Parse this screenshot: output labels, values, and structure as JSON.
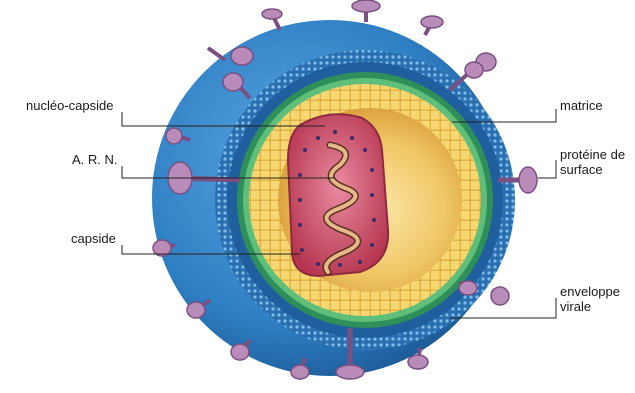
{
  "labels": {
    "nucleo_capside": "nucléo-capside",
    "arn": "A. R. N.",
    "capside": "capside",
    "matrice": "matrice",
    "proteine_surface": "protéine de\nsurface",
    "enveloppe_virale": "enveloppe\nvirale"
  },
  "colors": {
    "envelope_outer": "#2f7fc4",
    "envelope_inner": "#1f5f9e",
    "matrix_ring": "#2f8f5a",
    "capsid": "#e9b949",
    "capsid_shadow": "#c48a2a",
    "interior": "#f3d27a",
    "nucleocapsid": "#c8435d",
    "rna": "#e7b889",
    "spike": "#b88bb8",
    "leader_line": "#222222"
  },
  "icons": [
    "virus-cutaway-illustration"
  ]
}
